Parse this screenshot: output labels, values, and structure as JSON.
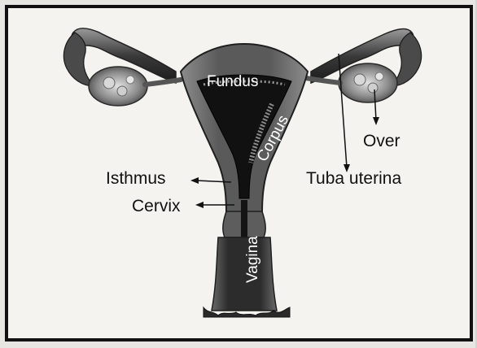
{
  "labels": {
    "fundus": "Fundus",
    "corpus": "Corpus",
    "over": "Over",
    "tuba_uterina": "Tuba uterina",
    "isthmus": "Isthmus",
    "cervix": "Cervix",
    "vagina": "Vagina"
  },
  "colors": {
    "frame_border": "#111111",
    "paper": "#f4f3ef",
    "tissue_dark": "#2a2a2a",
    "tissue_mid": "#6f6f6f",
    "tissue_light": "#c9c9c9",
    "label_white": "#ffffff",
    "label_black": "#111111"
  }
}
